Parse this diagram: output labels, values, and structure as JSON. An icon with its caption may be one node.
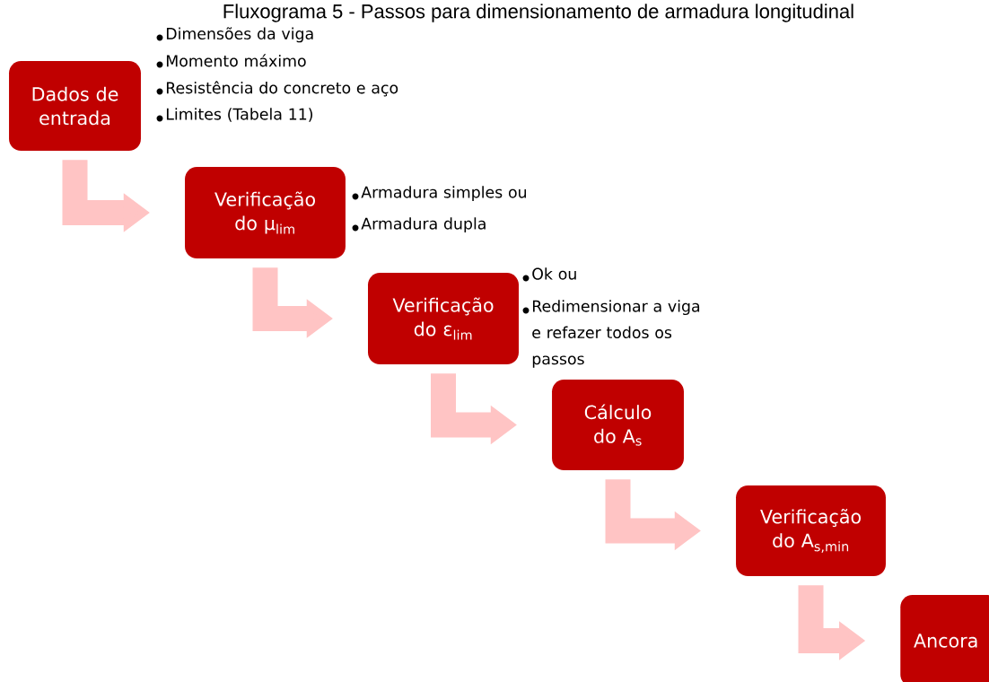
{
  "diagram": {
    "title": "Fluxograma 5 - Passos para dimensionamento de armadura longitudinal",
    "nodes": [
      {
        "text": [
          "Dados de entrada"
        ],
        "beside": [
          "Dimensões da viga",
          "Momento máximo",
          "Resistência do concreto e aço",
          "Limites (Tabela 11)"
        ]
      },
      {
        "text": [
          "Verificação do μ$_{lim}$"
        ],
        "beside": [
          "Armadura simples ou",
          "Armadura dupla"
        ]
      },
      {
        "text": [
          "Verificação do ε$_{lim}$"
        ],
        "beside": [
          "Ok ou",
          "Redimensionar a viga e refazer todos os passos"
        ]
      },
      {
        "text": [
          "Cálculo do A$_{s}$"
        ]
      },
      {
        "text": [
          "Verificação do A$_{s,min}$"
        ]
      },
      {
        "text": [
          "Ancora"
        ]
      }
    ],
    "edges": [
      {
        "from": 0,
        "to": 1,
        "arrow": "to"
      },
      {
        "from": 1,
        "to": 2,
        "arrow": "to"
      },
      {
        "from": 2,
        "to": 3,
        "arrow": "to"
      },
      {
        "from": 3,
        "to": 4,
        "arrow": "to"
      },
      {
        "from": 4,
        "to": 5,
        "arrow": "to"
      }
    ]
  }
}
